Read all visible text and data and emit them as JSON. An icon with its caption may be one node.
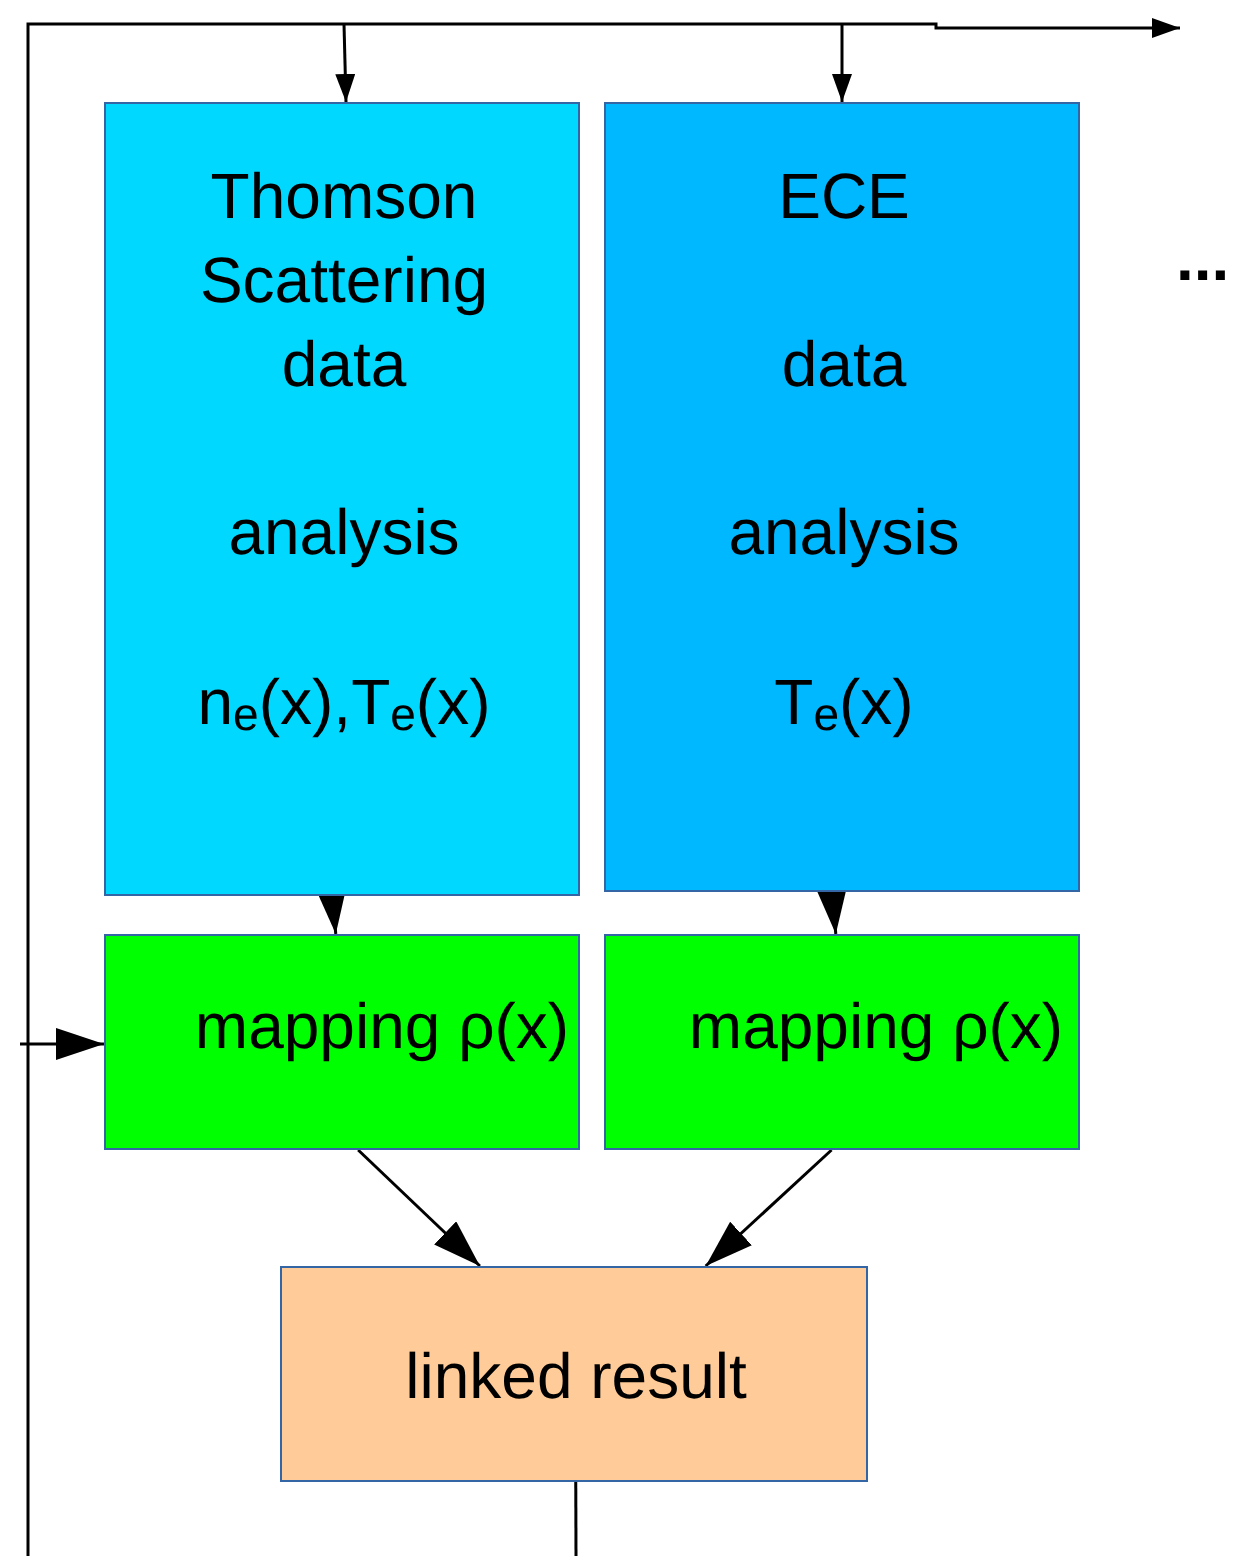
{
  "diagram": {
    "nodes": [
      {
        "text": [
          "Thomson Scattering data",
          "analysis",
          "n$_{e}$(x),T$_{e}$(x)"
        ]
      },
      {
        "text": [
          "ECE",
          "data",
          "analysis",
          "T$_{e}$(x)"
        ]
      },
      {
        "text": [
          "mapping ρ(x)"
        ]
      },
      {
        "text": [
          "mapping ρ(x)"
        ]
      },
      {
        "text": [
          "linked result"
        ]
      }
    ],
    "edges": [
      {
        "from": null,
        "to": 0,
        "arrow": "to"
      },
      {
        "from": null,
        "to": 1,
        "arrow": "to"
      },
      {
        "from": null,
        "to": 2,
        "arrow": "to"
      },
      {
        "from": 0,
        "to": 2,
        "arrow": "to"
      },
      {
        "from": 1,
        "to": 3,
        "arrow": "to"
      },
      {
        "from": 2,
        "to": 4,
        "arrow": "to"
      },
      {
        "from": 3,
        "to": 4,
        "arrow": "to"
      },
      {
        "from": 4,
        "to": null,
        "arrow": "none"
      }
    ],
    "labels": [
      "..."
    ]
  }
}
